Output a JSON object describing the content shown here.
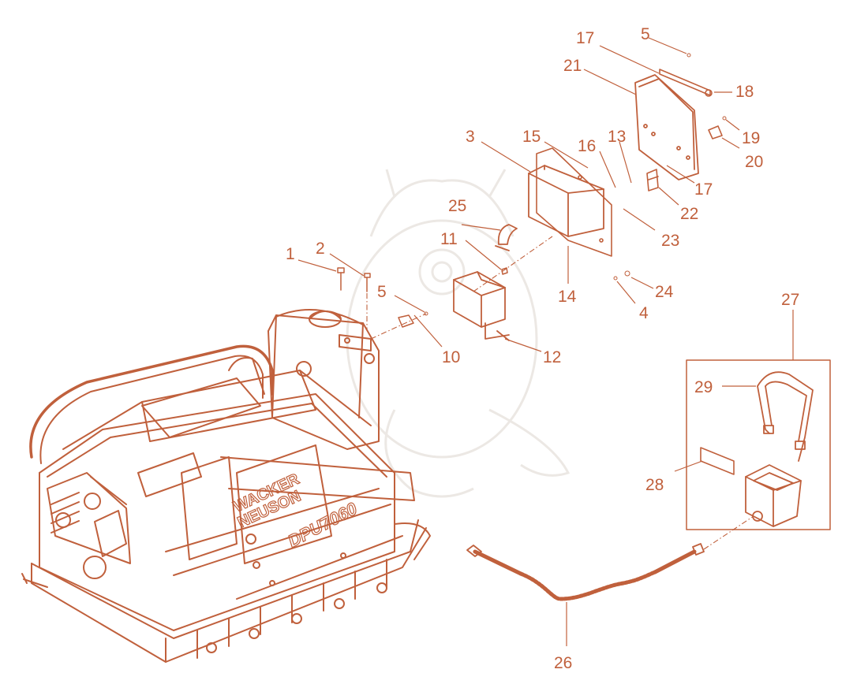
{
  "colors": {
    "ink": "#c0603c",
    "ghost": "#ece8e4",
    "paper": "#ffffff"
  },
  "brand": {
    "line1": "WACKER",
    "line2": "NEUSON",
    "model": "DPU7060"
  },
  "callouts": [
    {
      "id": "c1",
      "text": "1"
    },
    {
      "id": "c2",
      "text": "2"
    },
    {
      "id": "c3",
      "text": "3"
    },
    {
      "id": "c4",
      "text": "4"
    },
    {
      "id": "c5a",
      "text": "5"
    },
    {
      "id": "c5b",
      "text": "5"
    },
    {
      "id": "c10",
      "text": "10"
    },
    {
      "id": "c11",
      "text": "11"
    },
    {
      "id": "c12",
      "text": "12"
    },
    {
      "id": "c13",
      "text": "13"
    },
    {
      "id": "c14",
      "text": "14"
    },
    {
      "id": "c15",
      "text": "15"
    },
    {
      "id": "c16",
      "text": "16"
    },
    {
      "id": "c17a",
      "text": "17"
    },
    {
      "id": "c17b",
      "text": "17"
    },
    {
      "id": "c18",
      "text": "18"
    },
    {
      "id": "c19",
      "text": "19"
    },
    {
      "id": "c20",
      "text": "20"
    },
    {
      "id": "c21",
      "text": "21"
    },
    {
      "id": "c22",
      "text": "22"
    },
    {
      "id": "c23",
      "text": "23"
    },
    {
      "id": "c24",
      "text": "24"
    },
    {
      "id": "c25",
      "text": "25"
    },
    {
      "id": "c26",
      "text": "26"
    },
    {
      "id": "c27",
      "text": "27"
    },
    {
      "id": "c28",
      "text": "28"
    },
    {
      "id": "c29",
      "text": "29"
    }
  ]
}
